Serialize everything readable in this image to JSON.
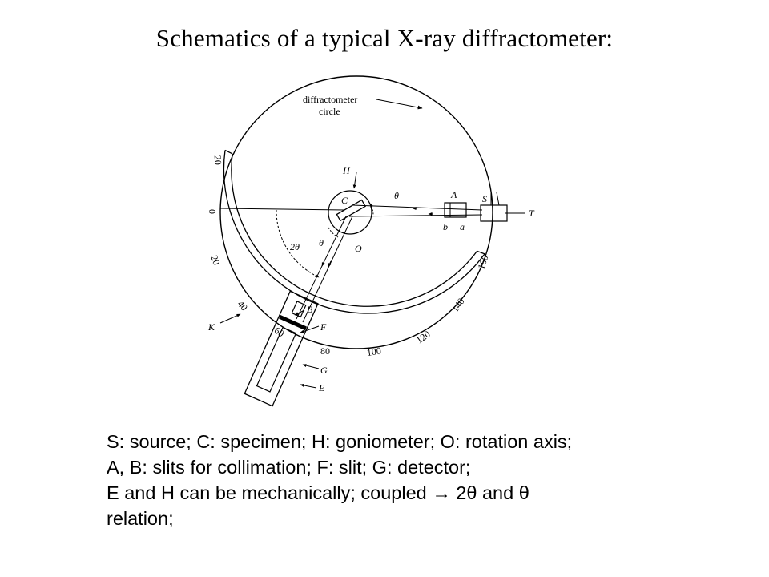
{
  "title": "Schematics of a typical X-ray diffractometer:",
  "diagram": {
    "circle_label_line1": "diffractometer",
    "circle_label_line2": "circle",
    "labels": {
      "H": "H",
      "C": "C",
      "A": "A",
      "S": "S",
      "T": "T",
      "b": "b",
      "a": "a",
      "O": "O",
      "theta_top": "θ",
      "theta_mid": "θ",
      "two_theta": "2θ",
      "B": "B",
      "F": "F",
      "G": "G",
      "E": "E",
      "K": "K"
    },
    "scale": [
      "20",
      "0",
      "20",
      "40",
      "60",
      "80",
      "100",
      "120",
      "140",
      "160"
    ]
  },
  "caption": {
    "line1": "S: source; C: specimen; H: goniometer; O: rotation axis;",
    "line2": "A, B: slits for collimation; F: slit; G: detector;",
    "line3": "E and H can be mechanically; coupled → 2θ and θ",
    "line4": "relation;"
  }
}
